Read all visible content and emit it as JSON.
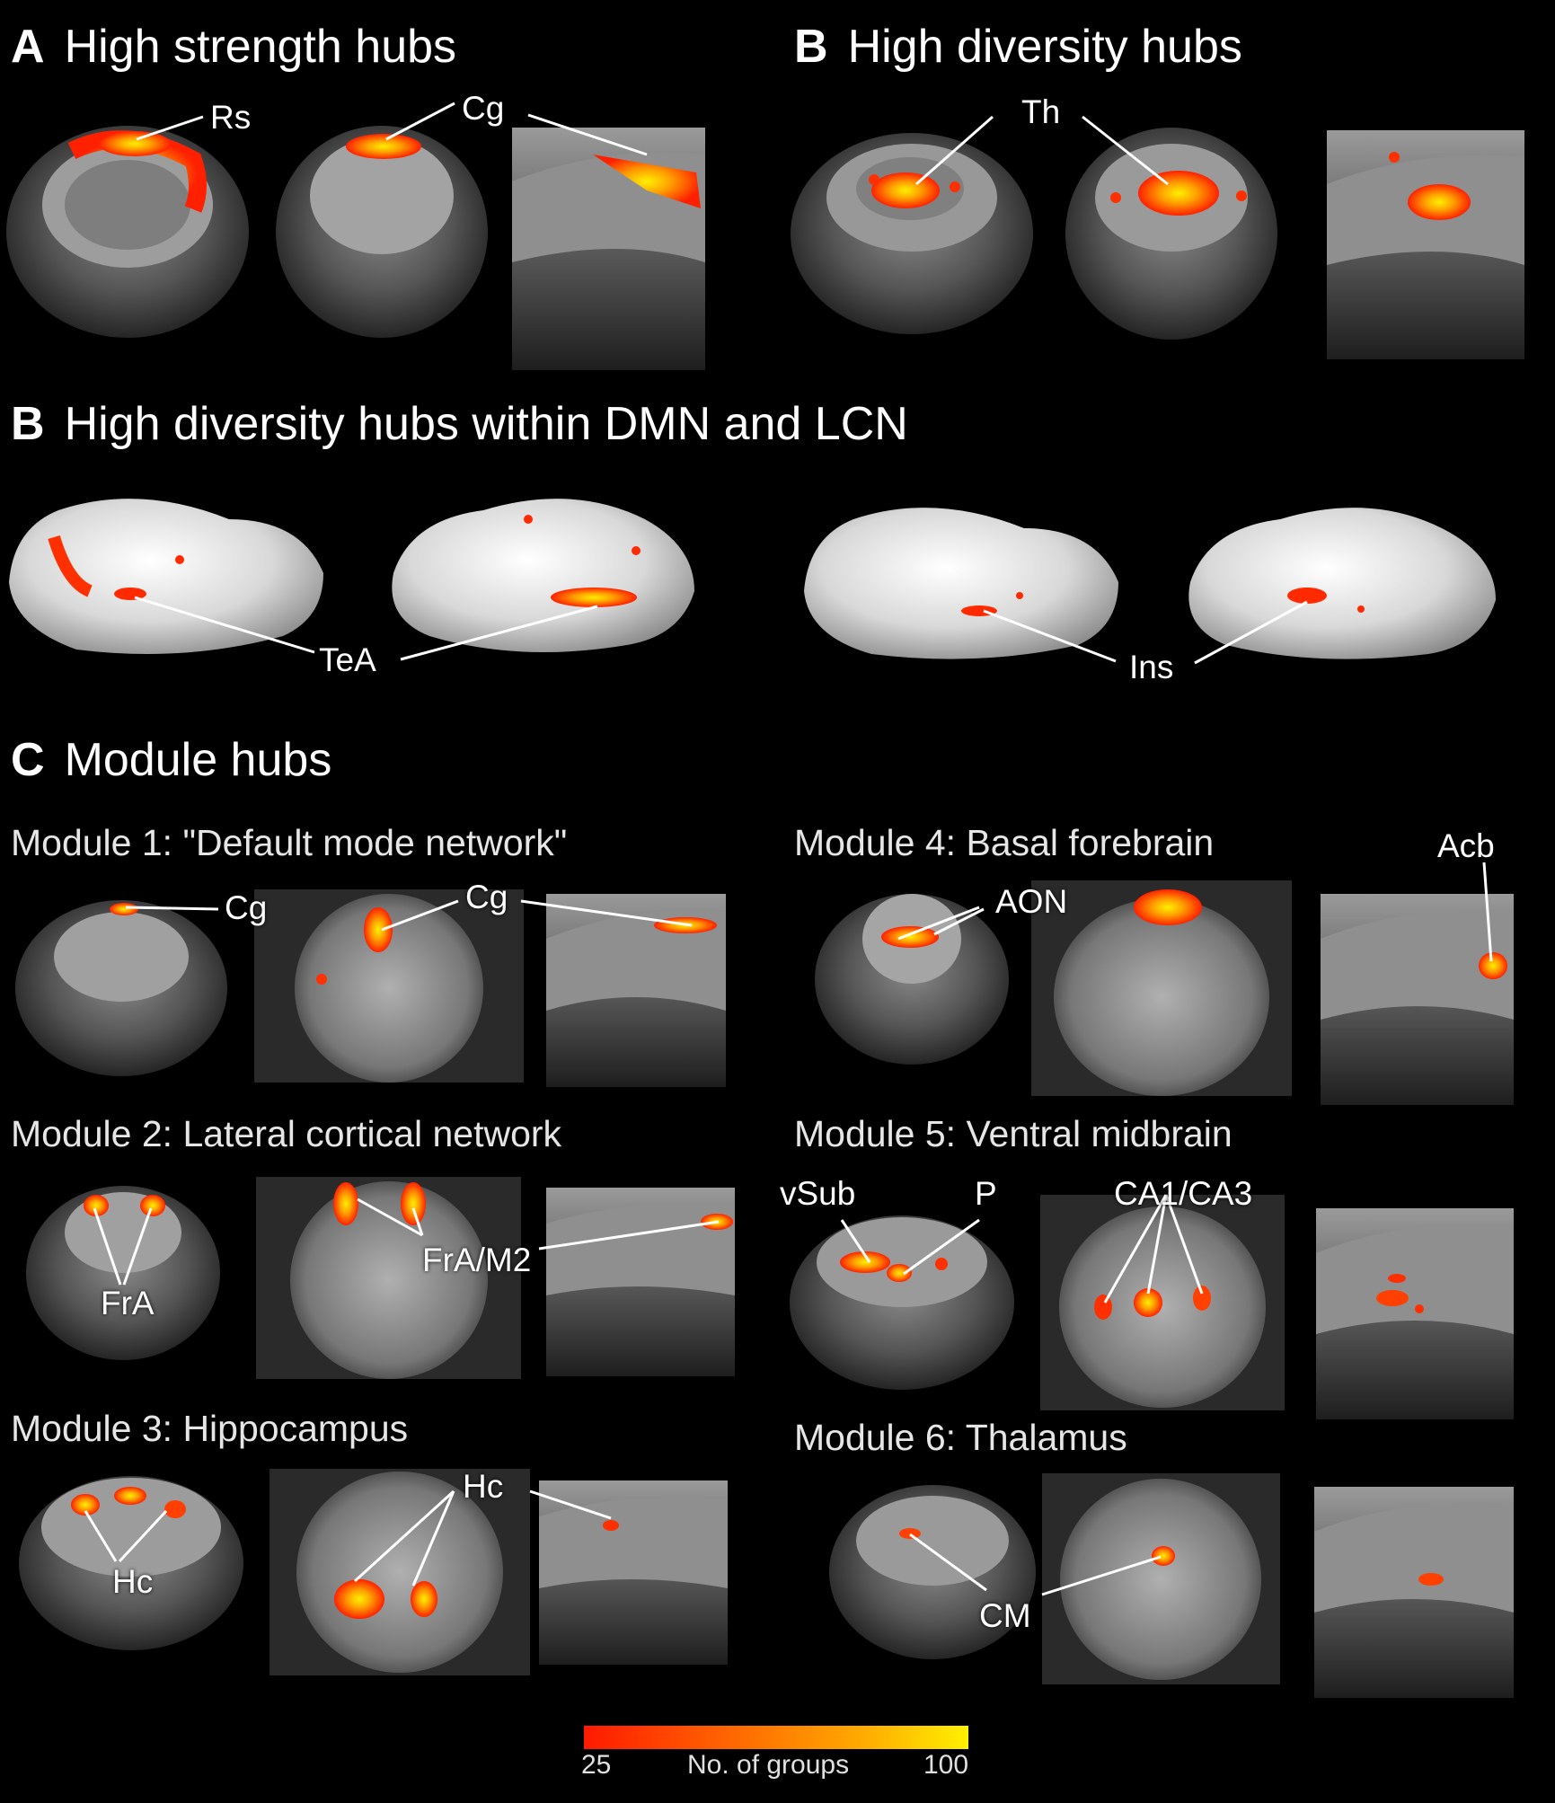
{
  "panels": {
    "A": {
      "letter": "A",
      "title": "High strength hubs"
    },
    "B1": {
      "letter": "B",
      "title": "High diversity hubs"
    },
    "B2": {
      "letter": "B",
      "title": "High diversity hubs within DMN and LCN"
    },
    "C": {
      "letter": "C",
      "title": "Module hubs"
    }
  },
  "modules": {
    "m1": "Module 1: \"Default mode network\"",
    "m2": "Module 2: Lateral cortical network",
    "m3": "Module 3: Hippocampus",
    "m4": "Module 4: Basal forebrain",
    "m5": "Module 5: Ventral midbrain",
    "m6": "Module 6: Thalamus"
  },
  "labels": {
    "rs": "Rs",
    "cg_a": "Cg",
    "th": "Th",
    "tea": "TeA",
    "ins": "Ins",
    "cg_m1a": "Cg",
    "cg_m1b": "Cg",
    "fra": "FrA",
    "fra_m2": "FrA/M2",
    "hc_a": "Hc",
    "hc_b": "Hc",
    "aon": "AON",
    "acb": "Acb",
    "vsub": "vSub",
    "p": "P",
    "ca": "CA1/CA3",
    "cm": "CM"
  },
  "colorbar": {
    "min": "25",
    "label": "No. of groups",
    "max": "100",
    "colors": [
      "#ff1a00",
      "#ff6a00",
      "#ffb000",
      "#fff000"
    ]
  }
}
